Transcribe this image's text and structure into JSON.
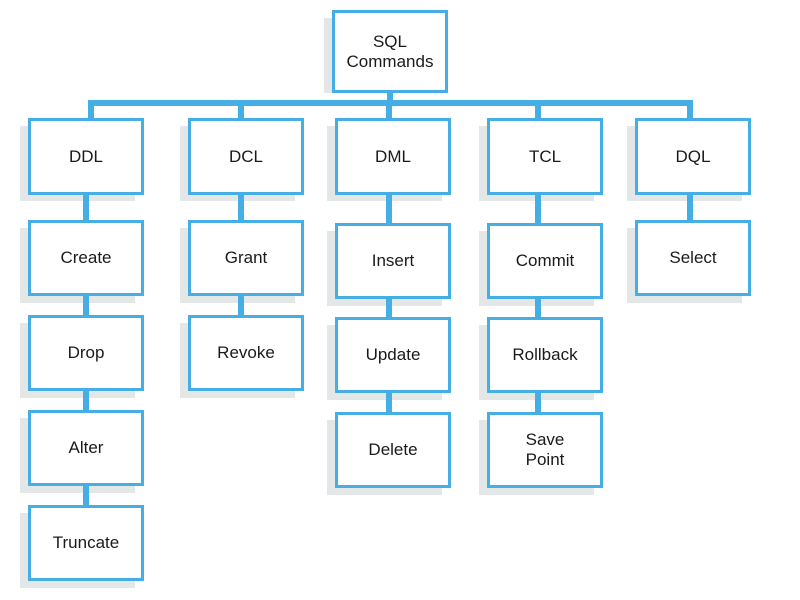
{
  "diagram": {
    "title": "SQL Commands",
    "type": "tree",
    "theme": {
      "box_border_color": "#45AEE5",
      "box_fill_color": "#FFFFFF",
      "connector_color": "#45AEE5",
      "shadow_color": "#E3E7E8",
      "text_color": "#1A1A1A",
      "background_color": "#FFFFFF"
    },
    "root": {
      "id": "sql-commands",
      "label": "SQL\nCommands"
    },
    "branches": [
      {
        "id": "ddl",
        "label": "DDL",
        "children": [
          {
            "id": "create",
            "label": "Create"
          },
          {
            "id": "drop",
            "label": "Drop"
          },
          {
            "id": "alter",
            "label": "Alter"
          },
          {
            "id": "truncate",
            "label": "Truncate"
          }
        ]
      },
      {
        "id": "dcl",
        "label": "DCL",
        "children": [
          {
            "id": "grant",
            "label": "Grant"
          },
          {
            "id": "revoke",
            "label": "Revoke"
          }
        ]
      },
      {
        "id": "dml",
        "label": "DML",
        "children": [
          {
            "id": "insert",
            "label": "Insert"
          },
          {
            "id": "update",
            "label": "Update"
          },
          {
            "id": "delete",
            "label": "Delete"
          }
        ]
      },
      {
        "id": "tcl",
        "label": "TCL",
        "children": [
          {
            "id": "commit",
            "label": "Commit"
          },
          {
            "id": "rollback",
            "label": "Rollback"
          },
          {
            "id": "save-point",
            "label": "Save\nPoint"
          }
        ]
      },
      {
        "id": "dql",
        "label": "DQL",
        "children": [
          {
            "id": "select",
            "label": "Select"
          }
        ]
      }
    ]
  }
}
